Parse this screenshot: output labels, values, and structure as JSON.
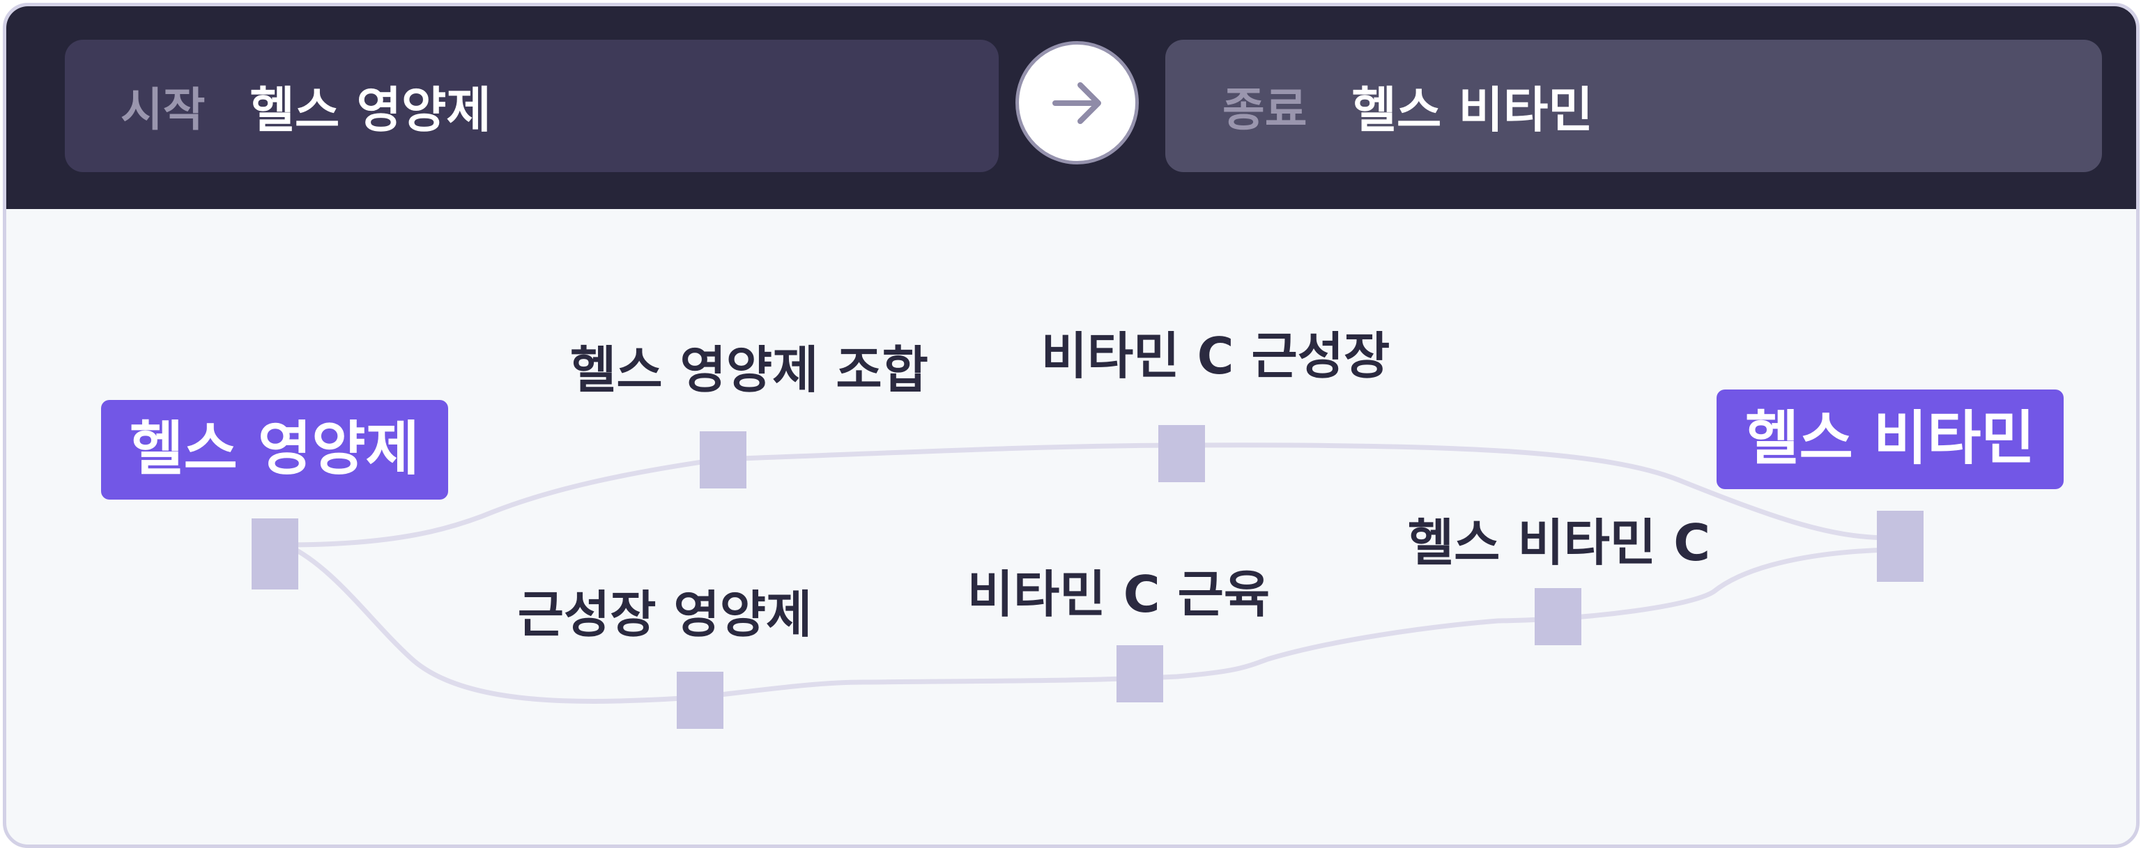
{
  "header": {
    "start_label": "시작",
    "start_value": "헬스 영양제",
    "end_label": "종료",
    "end_value": "헬스 비타민"
  },
  "graph": {
    "start_node": "헬스 영양제",
    "end_node": "헬스 비타민",
    "paths": [
      [
        "헬스 영양제",
        "헬스 영양제 조합",
        "비타민 C 근성장",
        "헬스 비타민"
      ],
      [
        "헬스 영양제",
        "근성장 영양제",
        "비타민 C 근육",
        "헬스 비타민 C",
        "헬스 비타민"
      ]
    ],
    "nodes": {
      "n1": "헬스 영양제 조합",
      "n2": "비타민 C 근성장",
      "n3": "근성장 영양제",
      "n4": "비타민 C 근육",
      "n5": "헬스 비타민 C"
    }
  },
  "colors": {
    "accent": "#7257e6",
    "node_square": "#c5c2e0",
    "edge": "#dedcec",
    "node_text": "#2b2a40",
    "header_bg": "#262539"
  },
  "icons": {
    "swap": "arrow-right-icon"
  }
}
